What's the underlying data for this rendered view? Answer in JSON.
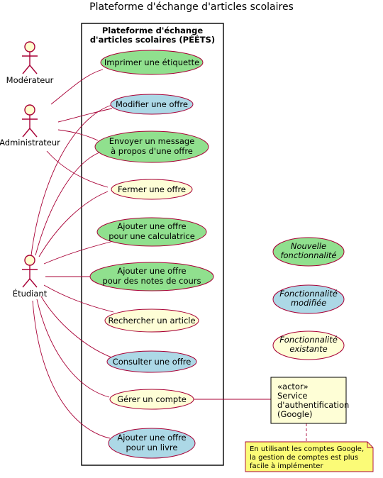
{
  "title": "Plateforme d'échange d'articles scolaires",
  "system": {
    "line1": "Plateforme d'échange",
    "line2": "d'articles scolaires (PÉÉTS)"
  },
  "actors": {
    "moderateur": "Modérateur",
    "administrateur": "Administrateur",
    "etudiant": "Étudiant"
  },
  "usecases": {
    "imprimer": {
      "line1": "Imprimer une étiquette",
      "status": "nouvelle"
    },
    "modifier": {
      "line1": "Modifier une offre",
      "status": "modifiee"
    },
    "envoyer": {
      "line1": "Envoyer un message",
      "line2": "à propos d'une offre",
      "status": "nouvelle"
    },
    "fermer": {
      "line1": "Fermer une offre",
      "status": "existante"
    },
    "calculatrice": {
      "line1": "Ajouter une offre",
      "line2": "pour une calculatrice",
      "status": "nouvelle"
    },
    "notes": {
      "line1": "Ajouter une offre",
      "line2": "pour des notes de cours",
      "status": "nouvelle"
    },
    "rechercher": {
      "line1": "Rechercher un article",
      "status": "existante"
    },
    "consulter": {
      "line1": "Consulter une offre",
      "status": "modifiee"
    },
    "gerer": {
      "line1": "Gérer un compte",
      "status": "existante"
    },
    "livre": {
      "line1": "Ajouter une offre",
      "line2": "pour un livre",
      "status": "modifiee"
    }
  },
  "legend": {
    "nouvelle": {
      "line1": "Nouvelle",
      "line2": "fonctionnalité"
    },
    "modifiee": {
      "line1": "Fonctionnalité",
      "line2": "modifiée"
    },
    "existante": {
      "line1": "Fonctionnalité",
      "line2": "existante"
    }
  },
  "service": {
    "stereotype": "«actor»",
    "line1": "Service",
    "line2": "d'authentification",
    "line3": "(Google)"
  },
  "note": {
    "line1": "En utilisant les comptes Google,",
    "line2": "la gestion de comptes est plus",
    "line3": "facile à implémenter"
  },
  "colors": {
    "nouvelle": "#90e08e",
    "modifiee": "#acd8e6",
    "existante": "#fefed6",
    "border": "#a80036",
    "note": "#fbfb77"
  }
}
